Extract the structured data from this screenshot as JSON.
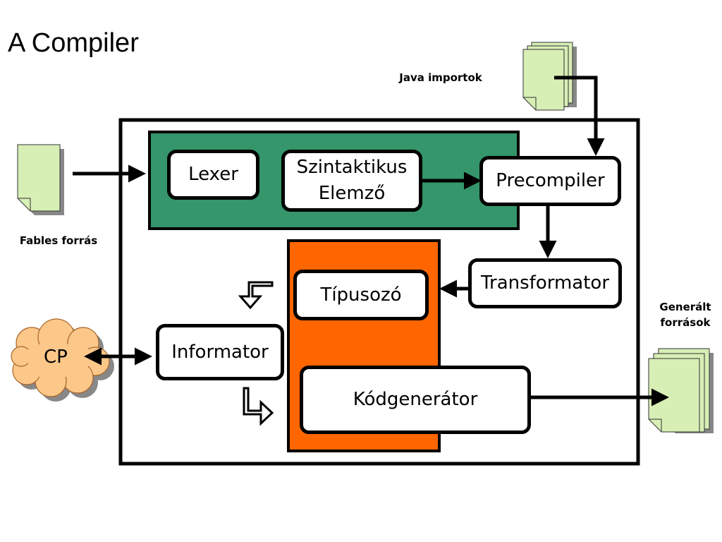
{
  "title": "A Compiler",
  "labels": {
    "java_imports": "Java importok",
    "fables_source": "Fables forrás",
    "generated_sources_line1": "Generált",
    "generated_sources_line2": "források"
  },
  "nodes": {
    "lexer": "Lexer",
    "parser_line1": "Szintaktikus",
    "parser_line2": "Elemző",
    "precompiler": "Precompiler",
    "transformator": "Transformator",
    "typer": "Típusozó",
    "informator": "Informator",
    "codegen": "Kódgenerátor",
    "cp": "CP"
  },
  "colors": {
    "frontend_region": "#34966a",
    "backend_region": "#ff6600",
    "document": "#d7eeb5",
    "cloud": "#fcc88a",
    "shadow": "#888888"
  }
}
